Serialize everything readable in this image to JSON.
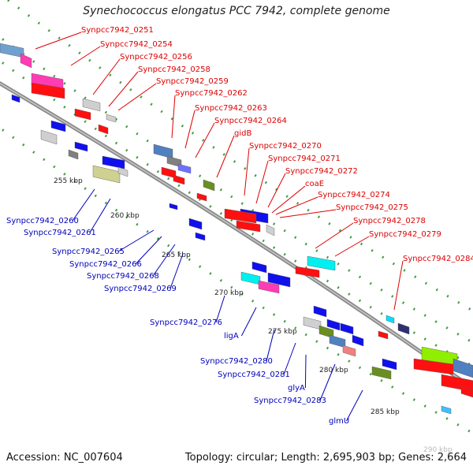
{
  "title": "Synechococcus elongatus PCC 7942, complete genome",
  "accession_label": "Accession: NC_007604",
  "footer_info": "Topology: circular; Length: 2,695,903 bp; Genes: 2,664",
  "colors": {
    "forward_label": "#dd0000",
    "reverse_label": "#0000bb",
    "backbone": "#8a8a8a",
    "tick": "#228b22"
  },
  "kbp_ticks": [
    "255 kbp",
    "260 kbp",
    "265 kbp",
    "270 kbp",
    "275 kbp",
    "280 kbp",
    "285 kbp",
    "290 kbp"
  ],
  "forward_genes": [
    "Synpcc7942_0251",
    "Synpcc7942_0254",
    "Synpcc7942_0256",
    "Synpcc7942_0258",
    "Synpcc7942_0259",
    "Synpcc7942_0262",
    "Synpcc7942_0263",
    "Synpcc7942_0264",
    "gidB",
    "Synpcc7942_0270",
    "Synpcc7942_0271",
    "Synpcc7942_0272",
    "coaE",
    "Synpcc7942_0274",
    "Synpcc7942_0275",
    "Synpcc7942_0278",
    "Synpcc7942_0279",
    "Synpcc7942_0284"
  ],
  "reverse_genes": [
    "Synpcc7942_0260",
    "Synpcc7942_0261",
    "Synpcc7942_0265",
    "Synpcc7942_0266",
    "Synpcc7942_0268",
    "Synpcc7942_0269",
    "Synpcc7942_0276",
    "ligA",
    "Synpcc7942_0280",
    "Synpcc7942_0281",
    "glyA",
    "Synpcc7942_0283",
    "glmU"
  ]
}
